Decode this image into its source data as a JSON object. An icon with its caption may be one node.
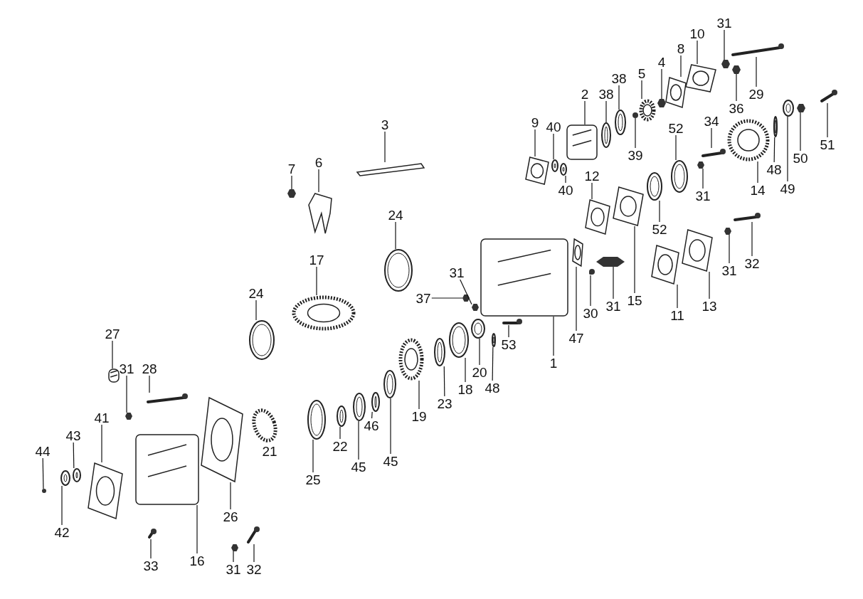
{
  "diagram": {
    "nodes": [
      {
        "text": [
          "31"
        ]
      },
      {
        "text": [
          "29"
        ]
      },
      {
        "text": [
          "10"
        ]
      },
      {
        "text": [
          "8"
        ]
      },
      {
        "text": [
          "36"
        ]
      },
      {
        "text": [
          "4"
        ]
      },
      {
        "text": [
          "5"
        ]
      },
      {
        "text": [
          "38"
        ]
      },
      {
        "text": [
          "2"
        ]
      },
      {
        "text": [
          "38"
        ]
      },
      {
        "text": [
          "39"
        ]
      },
      {
        "text": [
          "9"
        ]
      },
      {
        "text": [
          "40"
        ]
      },
      {
        "text": [
          "40"
        ]
      },
      {
        "text": [
          "52"
        ]
      },
      {
        "text": [
          "34"
        ]
      },
      {
        "text": [
          "31"
        ]
      },
      {
        "text": [
          "14"
        ]
      },
      {
        "text": [
          "48"
        ]
      },
      {
        "text": [
          "49"
        ]
      },
      {
        "text": [
          "50"
        ]
      },
      {
        "text": [
          "51"
        ]
      },
      {
        "text": [
          "3"
        ]
      },
      {
        "text": [
          "7"
        ]
      },
      {
        "text": [
          "6"
        ]
      },
      {
        "text": [
          "12"
        ]
      },
      {
        "text": [
          "24"
        ]
      },
      {
        "text": [
          "52"
        ]
      },
      {
        "text": [
          "15"
        ]
      },
      {
        "text": [
          "31"
        ]
      },
      {
        "text": [
          "32"
        ]
      },
      {
        "text": [
          "30"
        ]
      },
      {
        "text": [
          "31"
        ]
      },
      {
        "text": [
          "13"
        ]
      },
      {
        "text": [
          "11"
        ]
      },
      {
        "text": [
          "17"
        ]
      },
      {
        "text": [
          "24"
        ]
      },
      {
        "text": [
          "31"
        ]
      },
      {
        "text": [
          "37"
        ]
      },
      {
        "text": [
          "53"
        ]
      },
      {
        "text": [
          "47"
        ]
      },
      {
        "text": [
          "1"
        ]
      },
      {
        "text": [
          "20"
        ]
      },
      {
        "text": [
          "48"
        ]
      },
      {
        "text": [
          "18"
        ]
      },
      {
        "text": [
          "23"
        ]
      },
      {
        "text": [
          "19"
        ]
      },
      {
        "text": [
          "46"
        ]
      },
      {
        "text": [
          "45"
        ]
      },
      {
        "text": [
          "45"
        ]
      },
      {
        "text": [
          "22"
        ]
      },
      {
        "text": [
          "25"
        ]
      },
      {
        "text": [
          "27"
        ]
      },
      {
        "text": [
          "31"
        ]
      },
      {
        "text": [
          "28"
        ]
      },
      {
        "text": [
          "41"
        ]
      },
      {
        "text": [
          "43"
        ]
      },
      {
        "text": [
          "44"
        ]
      },
      {
        "text": [
          "42"
        ]
      },
      {
        "text": [
          "33"
        ]
      },
      {
        "text": [
          "16"
        ]
      },
      {
        "text": [
          "26"
        ]
      },
      {
        "text": [
          "31"
        ]
      },
      {
        "text": [
          "32"
        ]
      },
      {
        "text": [],
        "shape": "nut"
      },
      {
        "text": [],
        "shape": "bolt"
      },
      {
        "text": [],
        "shape": "plate"
      },
      {
        "text": [],
        "shape": "plate"
      },
      {
        "text": [],
        "shape": "nut"
      },
      {
        "text": [],
        "shape": "nut"
      },
      {
        "text": [],
        "shape": "gear"
      },
      {
        "text": [],
        "shape": "ring"
      },
      {
        "text": [],
        "shape": "box"
      },
      {
        "text": [],
        "shape": "ring"
      },
      {
        "text": [],
        "shape": "circle"
      },
      {
        "text": [],
        "shape": "plate"
      },
      {
        "text": [],
        "shape": "ring"
      },
      {
        "text": [],
        "shape": "ring"
      },
      {
        "text": [],
        "shape": "ring"
      },
      {
        "text": [],
        "shape": "bolt"
      },
      {
        "text": [],
        "shape": "nut"
      },
      {
        "text": [],
        "shape": "gear"
      },
      {
        "text": [],
        "shape": "ring"
      },
      {
        "text": [],
        "shape": "ring"
      },
      {
        "text": [],
        "shape": "nut"
      },
      {
        "text": [],
        "shape": "bolt"
      },
      {
        "text": [],
        "shape": "shaft"
      },
      {
        "text": [],
        "shape": "nut"
      },
      {
        "text": [],
        "shape": "fork"
      },
      {
        "text": [],
        "shape": "plate"
      },
      {
        "text": [],
        "shape": "ring"
      },
      {
        "text": [],
        "shape": "ring"
      },
      {
        "text": [],
        "shape": "plate"
      },
      {
        "text": [],
        "shape": "nut"
      },
      {
        "text": [],
        "shape": "bolt"
      },
      {
        "text": [],
        "shape": "bolt"
      },
      {
        "text": [],
        "shape": "nut"
      },
      {
        "text": [],
        "shape": "plate"
      },
      {
        "text": [],
        "shape": "plate"
      },
      {
        "text": [],
        "shape": "gear"
      },
      {
        "text": [],
        "shape": "ring"
      },
      {
        "text": [],
        "shape": "nut"
      },
      {
        "text": [],
        "shape": "nut"
      },
      {
        "text": [],
        "shape": "bolt"
      },
      {
        "text": [],
        "shape": "plate"
      },
      {
        "text": [],
        "shape": "box"
      },
      {
        "text": [],
        "shape": "ring"
      },
      {
        "text": [],
        "shape": "ring"
      },
      {
        "text": [],
        "shape": "ring"
      },
      {
        "text": [],
        "shape": "ring"
      },
      {
        "text": [],
        "shape": "gear"
      },
      {
        "text": [],
        "shape": "ring"
      },
      {
        "text": [],
        "shape": "ring"
      },
      {
        "text": [],
        "shape": "ring"
      },
      {
        "text": [],
        "shape": "ring"
      },
      {
        "text": [],
        "shape": "ring"
      },
      {
        "text": [],
        "shape": "box"
      },
      {
        "text": [],
        "shape": "nut"
      },
      {
        "text": [],
        "shape": "bolt"
      },
      {
        "text": [],
        "shape": "plate"
      },
      {
        "text": [],
        "shape": "ring"
      },
      {
        "text": [],
        "shape": "circle"
      },
      {
        "text": [],
        "shape": "ring"
      },
      {
        "text": [],
        "shape": "bolt"
      },
      {
        "text": [],
        "shape": "box"
      },
      {
        "text": [],
        "shape": "plate"
      },
      {
        "text": [],
        "shape": "nut"
      },
      {
        "text": [],
        "shape": "bolt"
      }
    ],
    "edges": [
      {
        "from": 0,
        "to": 64,
        "arrow": "none"
      },
      {
        "from": 1,
        "to": 65,
        "arrow": "none"
      },
      {
        "from": 2,
        "to": 66,
        "arrow": "none"
      },
      {
        "from": 3,
        "to": 67,
        "arrow": "none"
      },
      {
        "from": 4,
        "to": 68,
        "arrow": "none"
      },
      {
        "from": 5,
        "to": 69,
        "arrow": "none"
      },
      {
        "from": 6,
        "to": 70,
        "arrow": "none"
      },
      {
        "from": 7,
        "to": 71,
        "arrow": "none"
      },
      {
        "from": 8,
        "to": 72,
        "arrow": "none"
      },
      {
        "from": 9,
        "to": 73,
        "arrow": "none"
      },
      {
        "from": 10,
        "to": 74,
        "arrow": "none"
      },
      {
        "from": 11,
        "to": 75,
        "arrow": "none"
      },
      {
        "from": 12,
        "to": 76,
        "arrow": "none"
      },
      {
        "from": 13,
        "to": 77,
        "arrow": "none"
      },
      {
        "from": 14,
        "to": 78,
        "arrow": "none"
      },
      {
        "from": 15,
        "to": 79,
        "arrow": "none"
      },
      {
        "from": 16,
        "to": 80,
        "arrow": "none"
      },
      {
        "from": 17,
        "to": 81,
        "arrow": "none"
      },
      {
        "from": 18,
        "to": 82,
        "arrow": "none"
      },
      {
        "from": 19,
        "to": 83,
        "arrow": "none"
      },
      {
        "from": 20,
        "to": 84,
        "arrow": "none"
      },
      {
        "from": 21,
        "to": 85,
        "arrow": "none"
      },
      {
        "from": 22,
        "to": 86,
        "arrow": "none"
      },
      {
        "from": 23,
        "to": 87,
        "arrow": "none"
      },
      {
        "from": 24,
        "to": 88,
        "arrow": "none"
      },
      {
        "from": 25,
        "to": 89,
        "arrow": "none"
      },
      {
        "from": 26,
        "to": 90,
        "arrow": "none"
      },
      {
        "from": 27,
        "to": 91,
        "arrow": "none"
      },
      {
        "from": 28,
        "to": 92,
        "arrow": "none"
      },
      {
        "from": 29,
        "to": 93,
        "arrow": "none"
      },
      {
        "from": 30,
        "to": 94,
        "arrow": "none"
      },
      {
        "from": 31,
        "to": 95,
        "arrow": "none"
      },
      {
        "from": 32,
        "to": 96,
        "arrow": "none"
      },
      {
        "from": 33,
        "to": 97,
        "arrow": "none"
      },
      {
        "from": 34,
        "to": 98,
        "arrow": "none"
      },
      {
        "from": 35,
        "to": 99,
        "arrow": "none"
      },
      {
        "from": 36,
        "to": 100,
        "arrow": "none"
      },
      {
        "from": 37,
        "to": 101,
        "arrow": "none"
      },
      {
        "from": 38,
        "to": 102,
        "arrow": "none"
      },
      {
        "from": 39,
        "to": 103,
        "arrow": "none"
      },
      {
        "from": 40,
        "to": 104,
        "arrow": "none"
      },
      {
        "from": 41,
        "to": 105,
        "arrow": "none"
      },
      {
        "from": 42,
        "to": 106,
        "arrow": "none"
      },
      {
        "from": 43,
        "to": 107,
        "arrow": "none"
      },
      {
        "from": 44,
        "to": 108,
        "arrow": "none"
      },
      {
        "from": 45,
        "to": 109,
        "arrow": "none"
      },
      {
        "from": 46,
        "to": 110,
        "arrow": "none"
      },
      {
        "from": 47,
        "to": 111,
        "arrow": "none"
      },
      {
        "from": 48,
        "to": 112,
        "arrow": "none"
      },
      {
        "from": 49,
        "to": 113,
        "arrow": "none"
      },
      {
        "from": 50,
        "to": 114,
        "arrow": "none"
      },
      {
        "from": 51,
        "to": 115,
        "arrow": "none"
      },
      {
        "from": 52,
        "to": 116,
        "arrow": "none"
      },
      {
        "from": 53,
        "to": 117,
        "arrow": "none"
      },
      {
        "from": 54,
        "to": 118,
        "arrow": "none"
      },
      {
        "from": 55,
        "to": 119,
        "arrow": "none"
      },
      {
        "from": 56,
        "to": 120,
        "arrow": "none"
      },
      {
        "from": 57,
        "to": 121,
        "arrow": "none"
      },
      {
        "from": 58,
        "to": 122,
        "arrow": "none"
      },
      {
        "from": 59,
        "to": 123,
        "arrow": "none"
      },
      {
        "from": 60,
        "to": 124,
        "arrow": "none"
      },
      {
        "from": 61,
        "to": 125,
        "arrow": "none"
      },
      {
        "from": 62,
        "to": 126,
        "arrow": "none"
      },
      {
        "from": 63,
        "to": 127,
        "arrow": "none"
      }
    ],
    "labels": [
      "21"
    ]
  }
}
